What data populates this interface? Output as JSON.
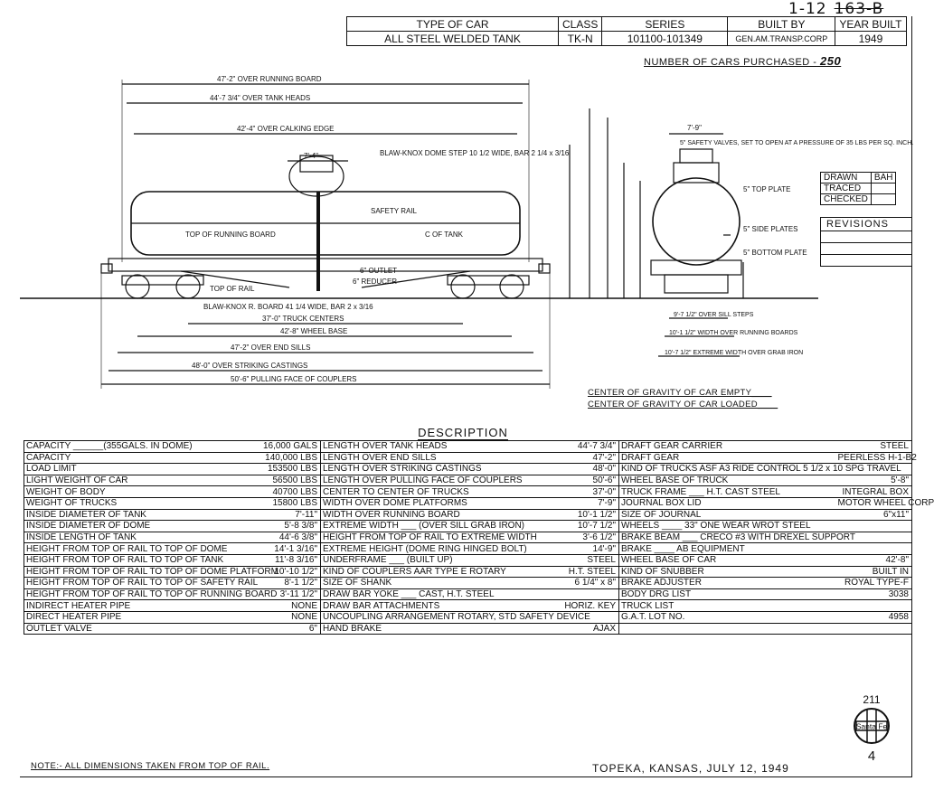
{
  "top_ref": {
    "left": "1-12",
    "struck": "163-B"
  },
  "header": {
    "col_labels": [
      "TYPE OF CAR",
      "CLASS",
      "SERIES",
      "BUILT BY",
      "YEAR BUILT"
    ],
    "col_values": [
      "ALL STEEL WELDED TANK",
      "TK-N",
      "101100-101349",
      "GEN.AM.TRANSP.CORP",
      "1949"
    ]
  },
  "purchased": {
    "label": "NUMBER OF CARS PURCHASED -",
    "value": "250"
  },
  "signoff": {
    "rows": [
      {
        "label": "DRAWN",
        "value": "BAH"
      },
      {
        "label": "TRACED",
        "value": ""
      },
      {
        "label": "CHECKED",
        "value": ""
      }
    ]
  },
  "revisions_label": "REVISIONS",
  "drawing": {
    "dims_top": [
      "47'-2\" OVER RUNNING BOARD",
      "44'-7 3/4\" OVER TANK HEADS",
      "42'-4\" OVER CALKING EDGE",
      "7'-4\""
    ],
    "dims_bottom": [
      "37'-0\" TRUCK CENTERS",
      "42'-8\" WHEEL BASE",
      "47'-2\" OVER END SILLS",
      "48'-0\" OVER STRIKING CASTINGS",
      "50'-6\" PULLING FACE OF COUPLERS"
    ],
    "notes_side": [
      "BLAW-KNOX DOME STEP 10 1/2 WIDE, BAR 2 1/4 x 3/16",
      "SAFETY RAIL",
      "C OF TANK",
      "TOP OF RUNNING BOARD",
      "TOP OF RAIL",
      "6\" OUTLET",
      "6\" REDUCER",
      "BLAW-KNOX R. BOARD 41 1/4 WIDE, BAR 2 x 3/16"
    ],
    "end_view": [
      "7'-9\"",
      "5\" SAFETY VALVES, SET TO OPEN AT A PRESSURE OF 35 LBS PER SQ. INCH.",
      "5\" TOP PLATE",
      "5\" SIDE PLATES",
      "5\" BOTTOM PLATE",
      "9'-7 1/2\" OVER SILL STEPS",
      "10'-1 1/2\" WIDTH OVER RUNNING BOARDS",
      "10'-7 1/2\" EXTREME WIDTH OVER GRAB IRON"
    ],
    "cg": [
      "CENTER OF GRAVITY OF CAR EMPTY____",
      "CENTER OF GRAVITY OF CAR LOADED____"
    ]
  },
  "description_title": "DESCRIPTION",
  "description": [
    [
      [
        "CAPACITY ______(355GALS. IN DOME)",
        "16,000 GALS"
      ],
      [
        "LENGTH OVER TANK HEADS",
        "44'-7 3/4\""
      ],
      [
        "DRAFT GEAR CARRIER",
        "STEEL"
      ]
    ],
    [
      [
        "CAPACITY",
        "140,000 LBS"
      ],
      [
        "LENGTH OVER END SILLS",
        "47'-2\""
      ],
      [
        "DRAFT GEAR",
        "PEERLESS H-1-B2"
      ]
    ],
    [
      [
        "LOAD LIMIT",
        "153500 LBS"
      ],
      [
        "LENGTH OVER STRIKING CASTINGS",
        "48'-0\""
      ],
      [
        "KIND OF TRUCKS ASF A3 RIDE CONTROL 5 1/2 x 10 SPG TRAVEL",
        ""
      ]
    ],
    [
      [
        "LIGHT WEIGHT OF CAR",
        "56500 LBS"
      ],
      [
        "LENGTH OVER PULLING FACE OF COUPLERS",
        "50'-6\""
      ],
      [
        "WHEEL BASE OF TRUCK",
        "5'-8\""
      ]
    ],
    [
      [
        "WEIGHT OF BODY",
        "40700 LBS"
      ],
      [
        "CENTER TO CENTER OF TRUCKS",
        "37'-0\""
      ],
      [
        "TRUCK FRAME ___ H.T. CAST STEEL",
        "INTEGRAL BOX"
      ]
    ],
    [
      [
        "WEIGHT OF TRUCKS",
        "15800 LBS"
      ],
      [
        "WIDTH OVER DOME PLATFORMS",
        "7'-9\""
      ],
      [
        "JOURNAL BOX LID",
        "MOTOR WHEEL CORP"
      ]
    ],
    [
      [
        "INSIDE DIAMETER OF TANK",
        "7'-11\""
      ],
      [
        "WIDTH OVER RUNNING BOARD",
        "10'-1 1/2\""
      ],
      [
        "SIZE OF JOURNAL",
        "6\"x11\""
      ]
    ],
    [
      [
        "INSIDE DIAMETER OF DOME",
        "5'-8 3/8\""
      ],
      [
        "EXTREME WIDTH ___ (OVER SILL GRAB IRON)",
        "10'-7 1/2\""
      ],
      [
        "WHEELS ____ 33\" ONE WEAR WROT STEEL",
        ""
      ]
    ],
    [
      [
        "INSIDE LENGTH OF TANK",
        "44'-6 3/8\""
      ],
      [
        "HEIGHT FROM TOP OF RAIL TO EXTREME WIDTH",
        "3'-6 1/2\""
      ],
      [
        "BRAKE BEAM ___ CRECO #3 WITH DREXEL SUPPORT",
        ""
      ]
    ],
    [
      [
        "HEIGHT FROM TOP OF RAIL TO TOP OF DOME",
        "14'-1 3/16\""
      ],
      [
        "EXTREME HEIGHT (DOME RING HINGED BOLT)",
        "14'-9\""
      ],
      [
        "BRAKE ____ AB EQUIPMENT",
        ""
      ]
    ],
    [
      [
        "HEIGHT FROM TOP OF RAIL TO TOP OF TANK",
        "11'-8 3/16\""
      ],
      [
        "UNDERFRAME ___ (BUILT UP)",
        "STEEL"
      ],
      [
        "WHEEL BASE OF CAR",
        "42'-8\""
      ]
    ],
    [
      [
        "HEIGHT FROM TOP OF RAIL TO TOP OF DOME PLATFORM",
        "10'-10 1/2\""
      ],
      [
        "KIND OF COUPLERS AAR TYPE E ROTARY",
        "H.T. STEEL"
      ],
      [
        "KIND OF SNUBBER",
        "BUILT IN"
      ]
    ],
    [
      [
        "HEIGHT FROM TOP OF RAIL TO TOP OF SAFETY RAIL",
        "8'-1 1/2\""
      ],
      [
        "SIZE OF SHANK",
        "6 1/4\" x 8\""
      ],
      [
        "BRAKE ADJUSTER",
        "ROYAL TYPE-F"
      ]
    ],
    [
      [
        "HEIGHT FROM TOP OF RAIL TO TOP OF RUNNING BOARD",
        "3'-11 1/2\""
      ],
      [
        "DRAW BAR YOKE ___ CAST, H.T. STEEL",
        ""
      ],
      [
        "BODY DRG LIST",
        "3038"
      ]
    ],
    [
      [
        "INDIRECT HEATER PIPE",
        "NONE"
      ],
      [
        "DRAW BAR ATTACHMENTS",
        "HORIZ. KEY"
      ],
      [
        "TRUCK LIST",
        ""
      ]
    ],
    [
      [
        "DIRECT HEATER PIPE",
        "NONE"
      ],
      [
        "UNCOUPLING ARRANGEMENT ROTARY, STD SAFETY DEVICE",
        ""
      ],
      [
        "G.A.T. LOT NO.",
        "4958"
      ]
    ],
    [
      [
        "OUTLET VALVE",
        "6\""
      ],
      [
        "HAND BRAKE",
        "AJAX"
      ],
      [
        "",
        ""
      ]
    ]
  ],
  "note": "NOTE:- ALL DIMENSIONS TAKEN FROM TOP OF RAIL.",
  "place": "TOPEKA, KANSAS, JULY 12, 1949",
  "logo": {
    "number": "211",
    "text": "Santa Fe",
    "sheet": "4"
  }
}
